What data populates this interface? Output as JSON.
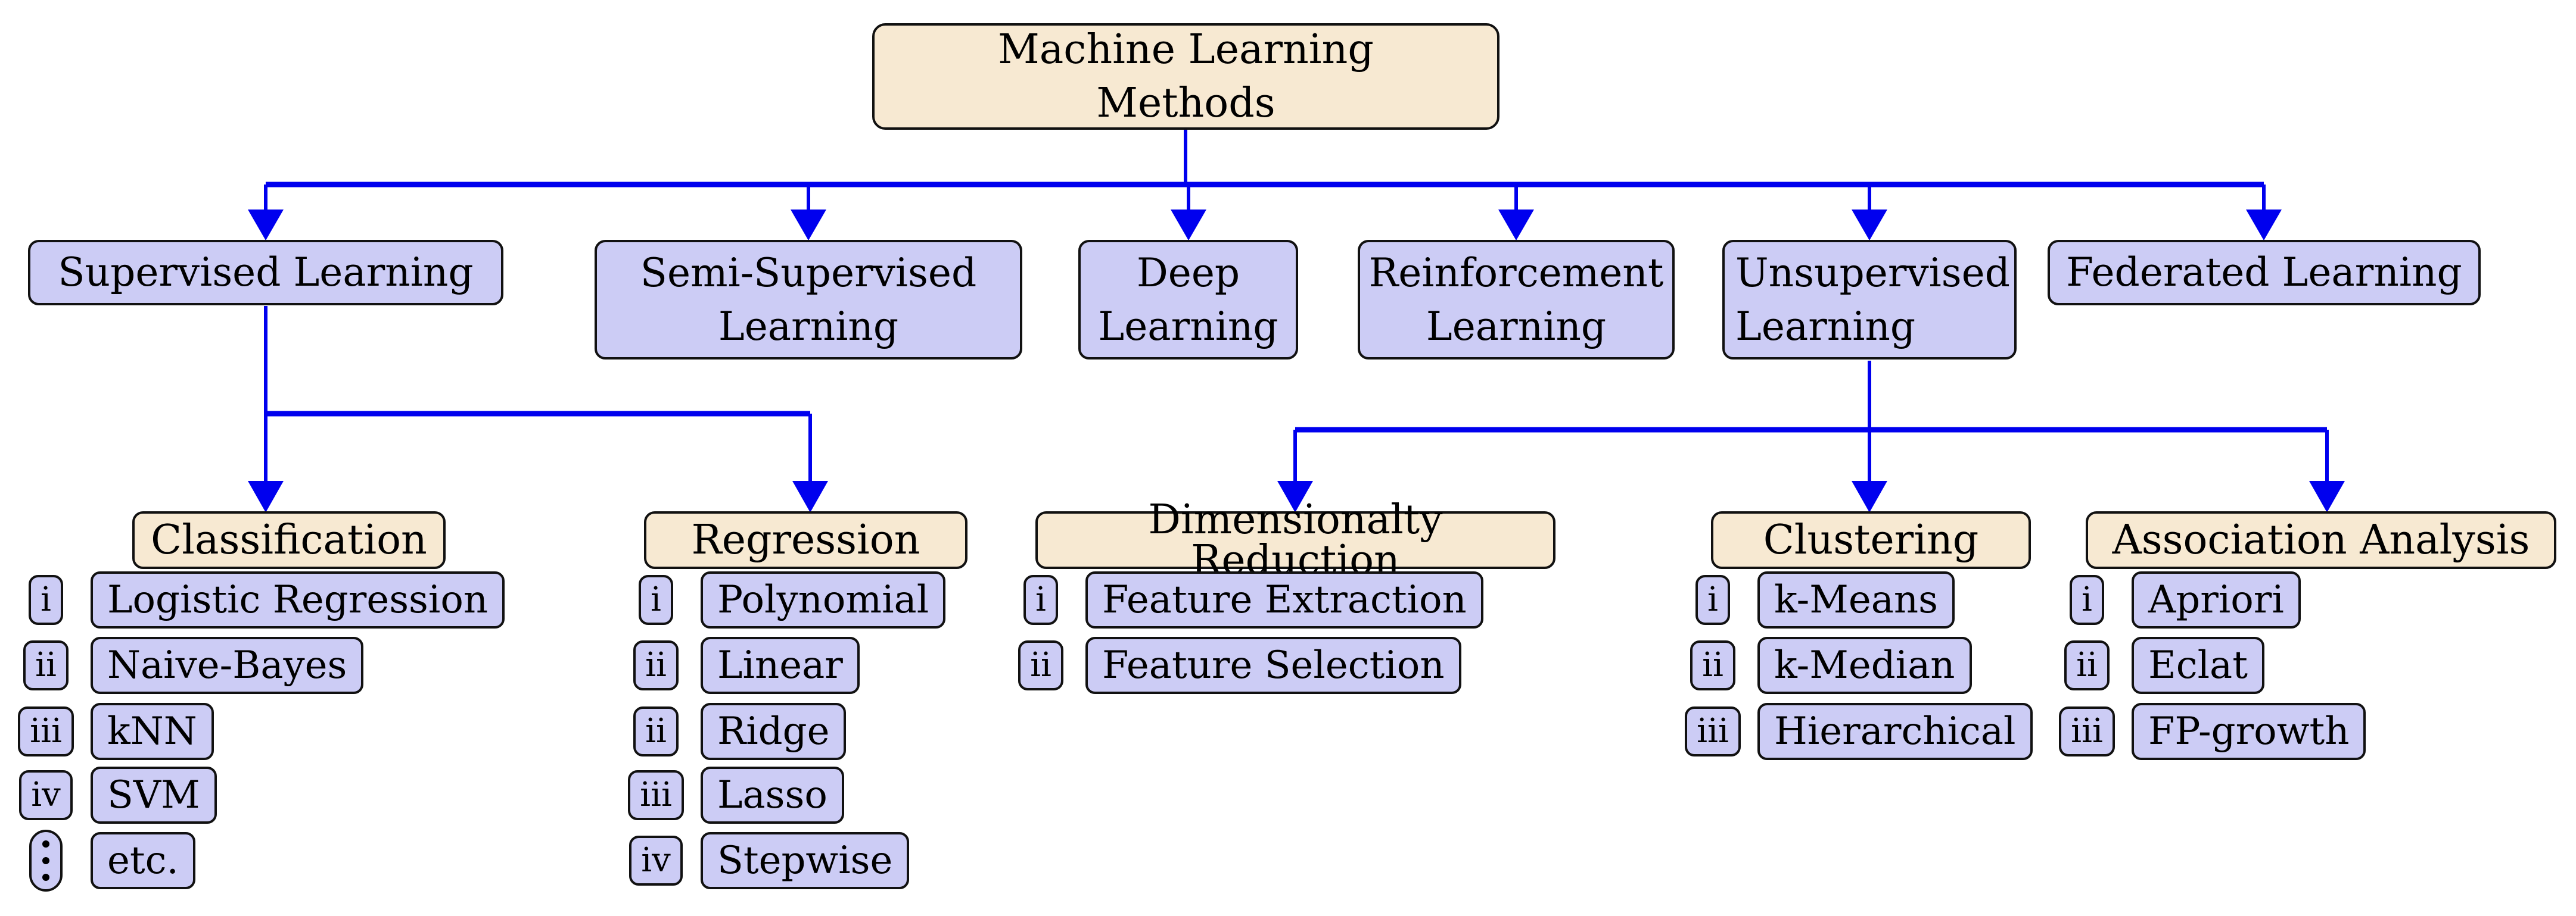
{
  "diagram_title": "Machine Learning Methods",
  "root": {
    "line1": "Machine Learning",
    "line2": "Methods"
  },
  "branches": [
    {
      "line1": "Supervised Learning"
    },
    {
      "line1": "Semi-Supervised",
      "line2": "Learning"
    },
    {
      "line1": "Deep",
      "line2": "Learning"
    },
    {
      "line1": "Reinforcement",
      "line2": "Learning"
    },
    {
      "line1": "Unsupervised",
      "line2": "Learning"
    },
    {
      "line1": "Federated Learning"
    }
  ],
  "columns": [
    {
      "header": "Classification",
      "items": [
        {
          "numeral": "i",
          "label": "Logistic Regression"
        },
        {
          "numeral": "ii",
          "label": "Naive-Bayes"
        },
        {
          "numeral": "iii",
          "label": "kNN"
        },
        {
          "numeral": "iv",
          "label": "SVM"
        },
        {
          "numeral": "⋮",
          "label": "etc."
        }
      ]
    },
    {
      "header": "Regression",
      "items": [
        {
          "numeral": "i",
          "label": "Polynomial"
        },
        {
          "numeral": "ii",
          "label": "Linear"
        },
        {
          "numeral": "ii",
          "label": "Ridge"
        },
        {
          "numeral": "iii",
          "label": "Lasso"
        },
        {
          "numeral": "iv",
          "label": "Stepwise"
        }
      ]
    },
    {
      "header": "Dimensionalty Reduction",
      "items": [
        {
          "numeral": "i",
          "label": "Feature Extraction"
        },
        {
          "numeral": "ii",
          "label": "Feature Selection"
        }
      ]
    },
    {
      "header": "Clustering",
      "items": [
        {
          "numeral": "i",
          "label": "k-Means"
        },
        {
          "numeral": "ii",
          "label": "k-Median"
        },
        {
          "numeral": "iii",
          "label": "Hierarchical"
        }
      ]
    },
    {
      "header": "Association Analysis",
      "items": [
        {
          "numeral": "i",
          "label": "Apriori"
        },
        {
          "numeral": "ii",
          "label": "Eclat"
        },
        {
          "numeral": "iii",
          "label": "FP-growth"
        }
      ]
    }
  ],
  "colors": {
    "connector_blue": "#0000ee",
    "node_fill": "#ccccf5",
    "category_fill": "#f7e9d2",
    "border": "#111111"
  }
}
